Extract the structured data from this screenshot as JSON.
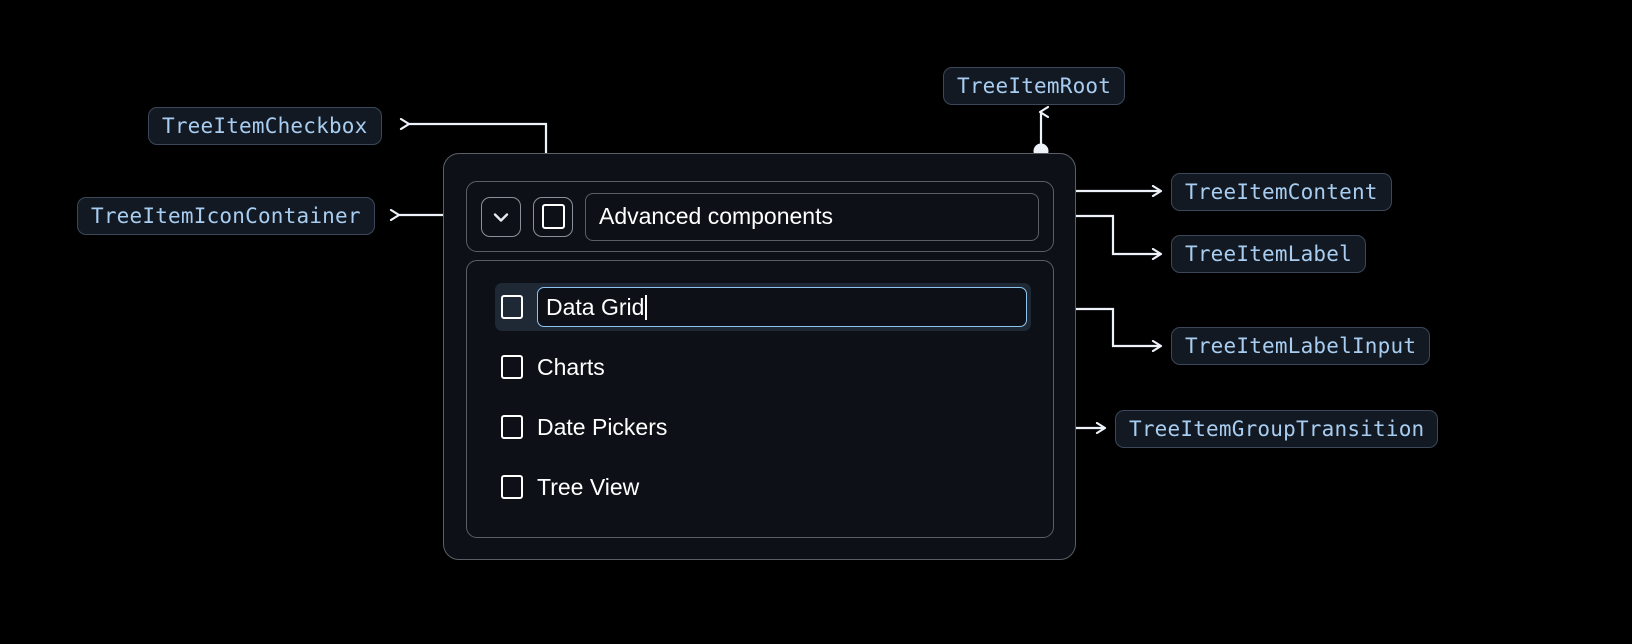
{
  "annotations": [
    {
      "id": "checkbox",
      "label": "TreeItemCheckbox"
    },
    {
      "id": "icon_container",
      "label": "TreeItemIconContainer"
    },
    {
      "id": "root",
      "label": "TreeItemRoot"
    },
    {
      "id": "content",
      "label": "TreeItemContent"
    },
    {
      "id": "label",
      "label": "TreeItemLabel"
    },
    {
      "id": "label_input",
      "label": "TreeItemLabelInput"
    },
    {
      "id": "group_transition",
      "label": "TreeItemGroupTransition"
    }
  ],
  "tree": {
    "root_label": "Advanced components",
    "expand_icon": "chevron-down-icon",
    "root_checkbox_checked": false,
    "editing_item": {
      "value": "Data Grid",
      "checked": false
    },
    "children": [
      {
        "label": "Charts",
        "checked": false
      },
      {
        "label": "Date Pickers",
        "checked": false
      },
      {
        "label": "Tree View",
        "checked": false
      }
    ]
  },
  "colors": {
    "background": "#000000",
    "chip_fill": "#121923",
    "chip_border": "#3c4757",
    "chip_text": "#a8cdf0",
    "card_fill": "#0d1117",
    "card_border": "#5a5f66",
    "wire": "#eef3fa",
    "focus_ring": "#8ec5f0",
    "selected_row": "#1f2835",
    "text": "#ffffff"
  }
}
